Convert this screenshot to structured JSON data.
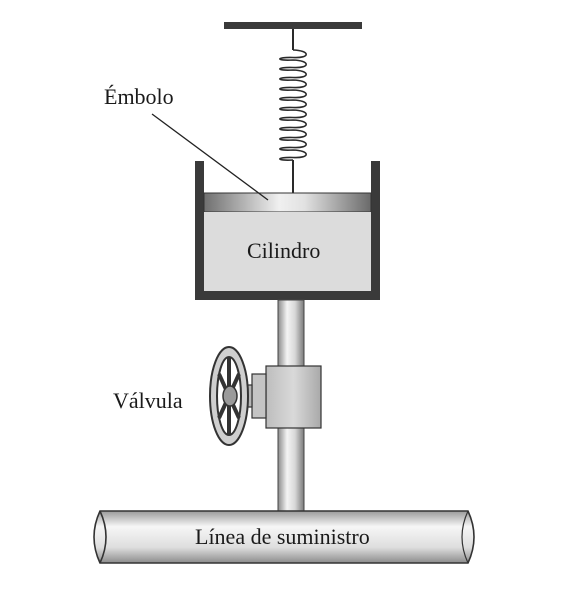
{
  "diagram": {
    "labels": {
      "plunger": "Émbolo",
      "cylinder": "Cilindro",
      "valve": "Válvula",
      "supply_line": "Línea de suministro"
    }
  }
}
